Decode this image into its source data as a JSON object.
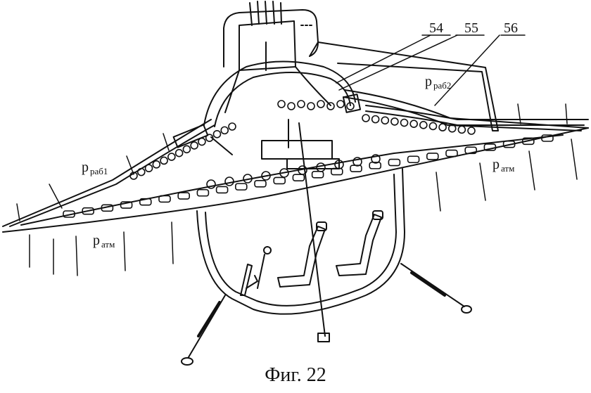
{
  "figure": {
    "caption": "Фиг. 22",
    "callouts": [
      "54",
      "55",
      "56"
    ],
    "pressure_labels": {
      "p_rab1_base": "p",
      "p_rab1_sub": "раб1",
      "p_rab2_base": "p",
      "p_rab2_sub": "раб2",
      "p_atm_base": "p",
      "p_atm_sub": "атм"
    }
  }
}
